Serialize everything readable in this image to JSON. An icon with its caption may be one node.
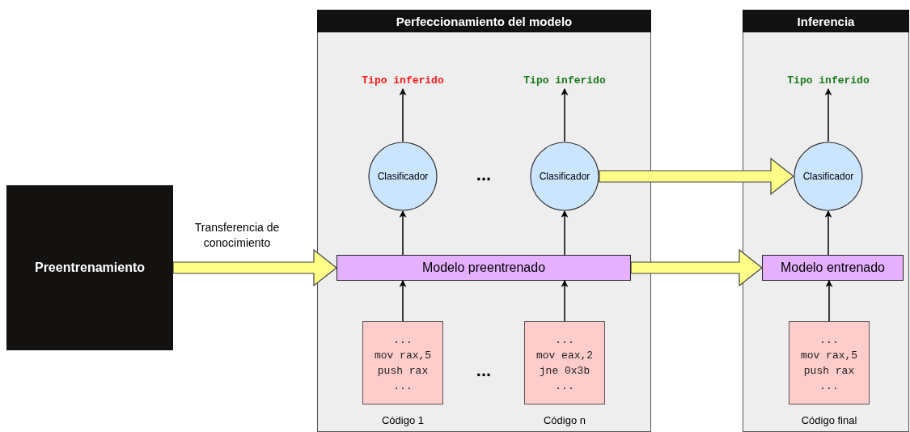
{
  "diagram": {
    "nodes": [
      {
        "text": [
          "Perfeccionamiento del modelo"
        ]
      },
      {
        "text": [
          "Inferencia"
        ]
      },
      {
        "text": [
          "Preentrenamiento"
        ]
      },
      {
        "text": [
          "Modelo preentrenado"
        ],
        "in": 0
      },
      {
        "text": [
          "Clasificador"
        ],
        "in": 0
      },
      {
        "text": [
          "Clasificador"
        ],
        "in": 0
      },
      {
        "text": [
          "Tipo inferido"
        ],
        "in": 0
      },
      {
        "text": [
          "Tipo inferido"
        ],
        "in": 0
      },
      {
        "text": [
          "...",
          "mov rax,5",
          "push rax",
          "..."
        ],
        "in": 0,
        "beside": [
          "Código 1"
        ]
      },
      {
        "text": [
          "...",
          "mov eax,2",
          "jne 0x3b",
          "..."
        ],
        "in": 0,
        "beside": [
          "Código n"
        ]
      },
      {
        "text": [
          "Modelo entrenado"
        ],
        "in": 1
      },
      {
        "text": [
          "Clasificador"
        ],
        "in": 1
      },
      {
        "text": [
          "Tipo inferido"
        ],
        "in": 1
      },
      {
        "text": [
          "...",
          "mov rax,5",
          "push rax",
          "..."
        ],
        "in": 1,
        "beside": [
          "Código final"
        ]
      }
    ],
    "edges": [
      {
        "from": 2,
        "to": 3,
        "arrow": "to",
        "label": "Transferencia de conocimiento",
        "style": "thick",
        "color": "#ffff88"
      },
      {
        "from": 3,
        "to": 4,
        "arrow": "to"
      },
      {
        "from": 3,
        "to": 5,
        "arrow": "to"
      },
      {
        "from": 4,
        "to": 6,
        "arrow": "to"
      },
      {
        "from": 5,
        "to": 7,
        "arrow": "to"
      },
      {
        "from": 8,
        "to": 3,
        "arrow": "to"
      },
      {
        "from": 9,
        "to": 3,
        "arrow": "to"
      },
      {
        "from": 5,
        "to": 11,
        "arrow": "to",
        "style": "thick",
        "color": "#ffff88"
      },
      {
        "from": 3,
        "to": 10,
        "arrow": "to",
        "style": "thick",
        "color": "#ffff88"
      },
      {
        "from": 10,
        "to": 11,
        "arrow": "to"
      },
      {
        "from": 11,
        "to": 12,
        "arrow": "to"
      },
      {
        "from": 13,
        "to": 10,
        "arrow": "to"
      }
    ],
    "labels": [
      "...",
      "..."
    ]
  }
}
